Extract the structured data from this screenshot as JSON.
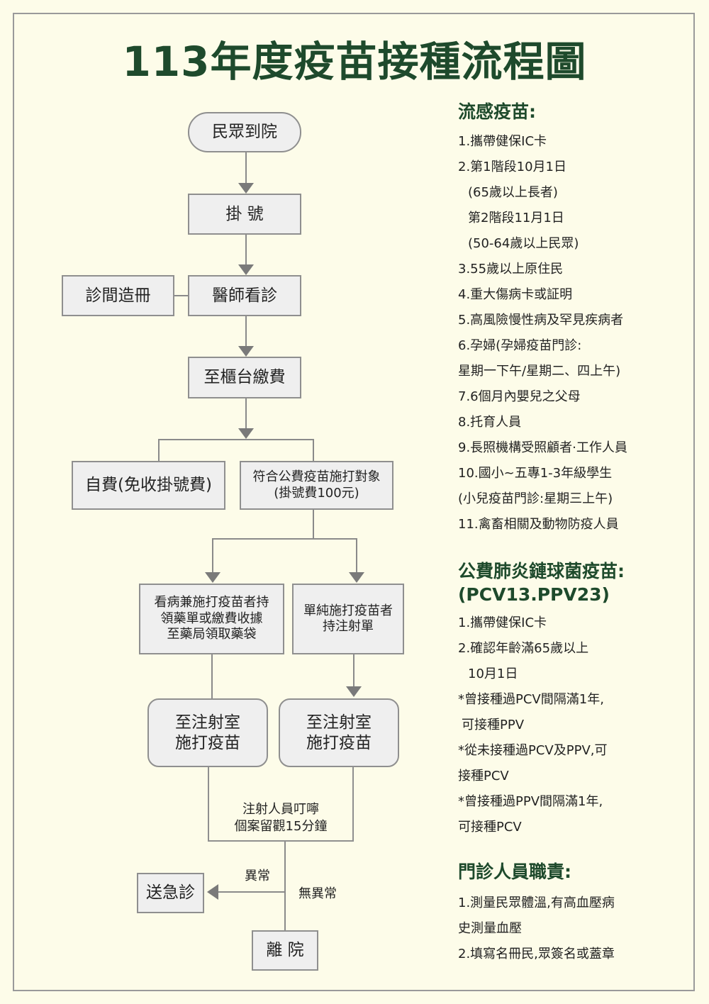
{
  "title": "113年度疫苗接種流程圖",
  "flow": {
    "arrive": "民眾到院",
    "register": "掛 號",
    "doctor": "醫師看診",
    "clinic_list": "診間造冊",
    "pay": "至櫃台繳費",
    "self_pay": "自費(免收掛號費)",
    "public_line1": "符合公費疫苗施打對象",
    "public_line2": "(掛號費100元)",
    "visit_line1": "看病兼施打疫苗者持",
    "visit_line2": "領藥單或繳費收據",
    "visit_line3": "至藥局領取藥袋",
    "only_line1": "單純施打疫苗者",
    "only_line2": "持注射單",
    "inject_a_line1": "至注射室",
    "inject_a_line2": "施打疫苗",
    "inject_b_line1": "至注射室",
    "inject_b_line2": "施打疫苗",
    "observe_line1": "注射人員叮嚀",
    "observe_line2": "個案留觀15分鐘",
    "abnormal": "異常",
    "normal": "無異常",
    "emergency": "送急診",
    "leave": "離 院"
  },
  "flu": {
    "heading": "流感疫苗:",
    "items": [
      "1.攜帶健保IC卡",
      "2.第1階段10月1日",
      "(65歲以上長者)",
      "第2階段11月1日",
      "(50-64歲以上民眾)",
      "3.55歲以上原住民",
      "4.重大傷病卡或証明",
      "5.高風險慢性病及罕見疾病者",
      "6.孕婦(孕婦疫苗門診:",
      "星期一下午/星期二、四上午)",
      "7.6個月內嬰兒之父母",
      "8.托育人員",
      "9.長照機構受照顧者·工作人員",
      "10.國小~五專1-3年級學生",
      "(小兒疫苗門診:星期三上午)",
      "11.禽畜相關及動物防疫人員"
    ]
  },
  "pcv": {
    "heading1": "公費肺炎鏈球菌疫苗:",
    "heading2": "(PCV13.PPV23)",
    "items": [
      "1.攜帶健保IC卡",
      "2.確認年齡滿65歲以上",
      "10月1日",
      "*曾接種過PCV間隔滿1年,",
      "可接種PPV",
      "*從未接種過PCV及PPV,可",
      "接種PCV",
      "*曾接種過PPV間隔滿1年,",
      "可接種PCV"
    ]
  },
  "staff": {
    "heading": "門診人員職責:",
    "items": [
      "1.測量民眾體溫,有高血壓病",
      "史測量血壓",
      "2.填寫名冊民,眾簽名或蓋章"
    ]
  },
  "colors": {
    "title": "#1e4a2c",
    "background": "#fdfce9",
    "box": "#efefef",
    "line": "#8a8a8a"
  }
}
